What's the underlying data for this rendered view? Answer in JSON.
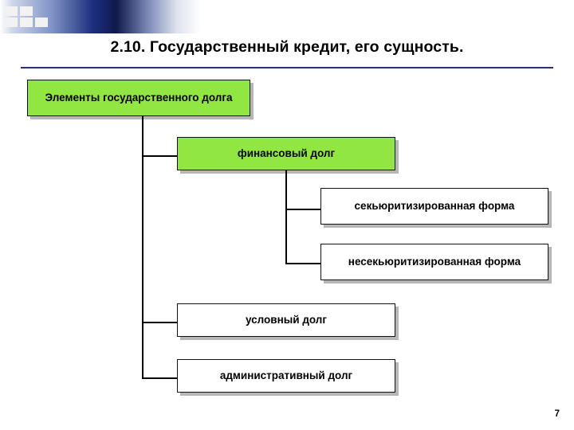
{
  "slide": {
    "title": "2.10. Государственный кредит, его сущность.",
    "page_number": "7"
  },
  "diagram": {
    "type": "tree",
    "root": {
      "label": "Элементы государственного долга",
      "color": "#92e642"
    },
    "children": [
      {
        "label": "финансовый долг",
        "color": "#92e642"
      },
      {
        "label": "секьюритизированная форма",
        "color": "#ffffff"
      },
      {
        "label": "несекьюритизированная форма",
        "color": "#ffffff"
      },
      {
        "label": "условный долг",
        "color": "#ffffff"
      },
      {
        "label": "административный долг",
        "color": "#ffffff"
      }
    ]
  },
  "colors": {
    "accent_green": "#92e642",
    "rule": "#2b2b86",
    "line": "#000000",
    "shadow": "#b6b6b6"
  }
}
